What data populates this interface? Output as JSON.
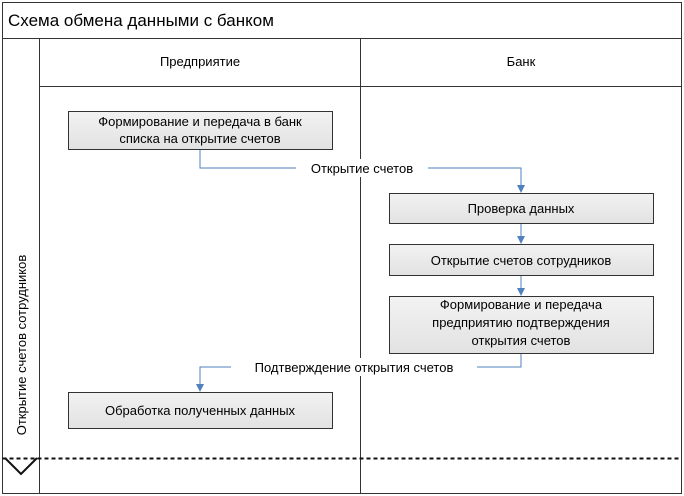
{
  "title": "Схема обмена данными с банком",
  "lanes": {
    "left": "Предприятие",
    "right": "Банк"
  },
  "row_label": "Открытие счетов сотрудников",
  "boxes": {
    "form_list_line1": "Формирование и передача в банк",
    "form_list_line2": "списка на открытие счетов",
    "check_data": "Проверка данных",
    "open_accounts": "Открытие счетов сотрудников",
    "confirm_line1": "Формирование и передача",
    "confirm_line2": "предприятию подтверждения",
    "confirm_line3": "открытия счетов",
    "process_data": "Обработка полученных данных"
  },
  "connectors": {
    "open_accounts_label": "Открытие счетов",
    "confirmation_label": "Подтверждение открытия счетов"
  },
  "colors": {
    "box_fill_top": "#f2f2f2",
    "box_fill_bottom": "#e2e2e2",
    "border": "#333333",
    "arrow": "#4f81bd"
  }
}
